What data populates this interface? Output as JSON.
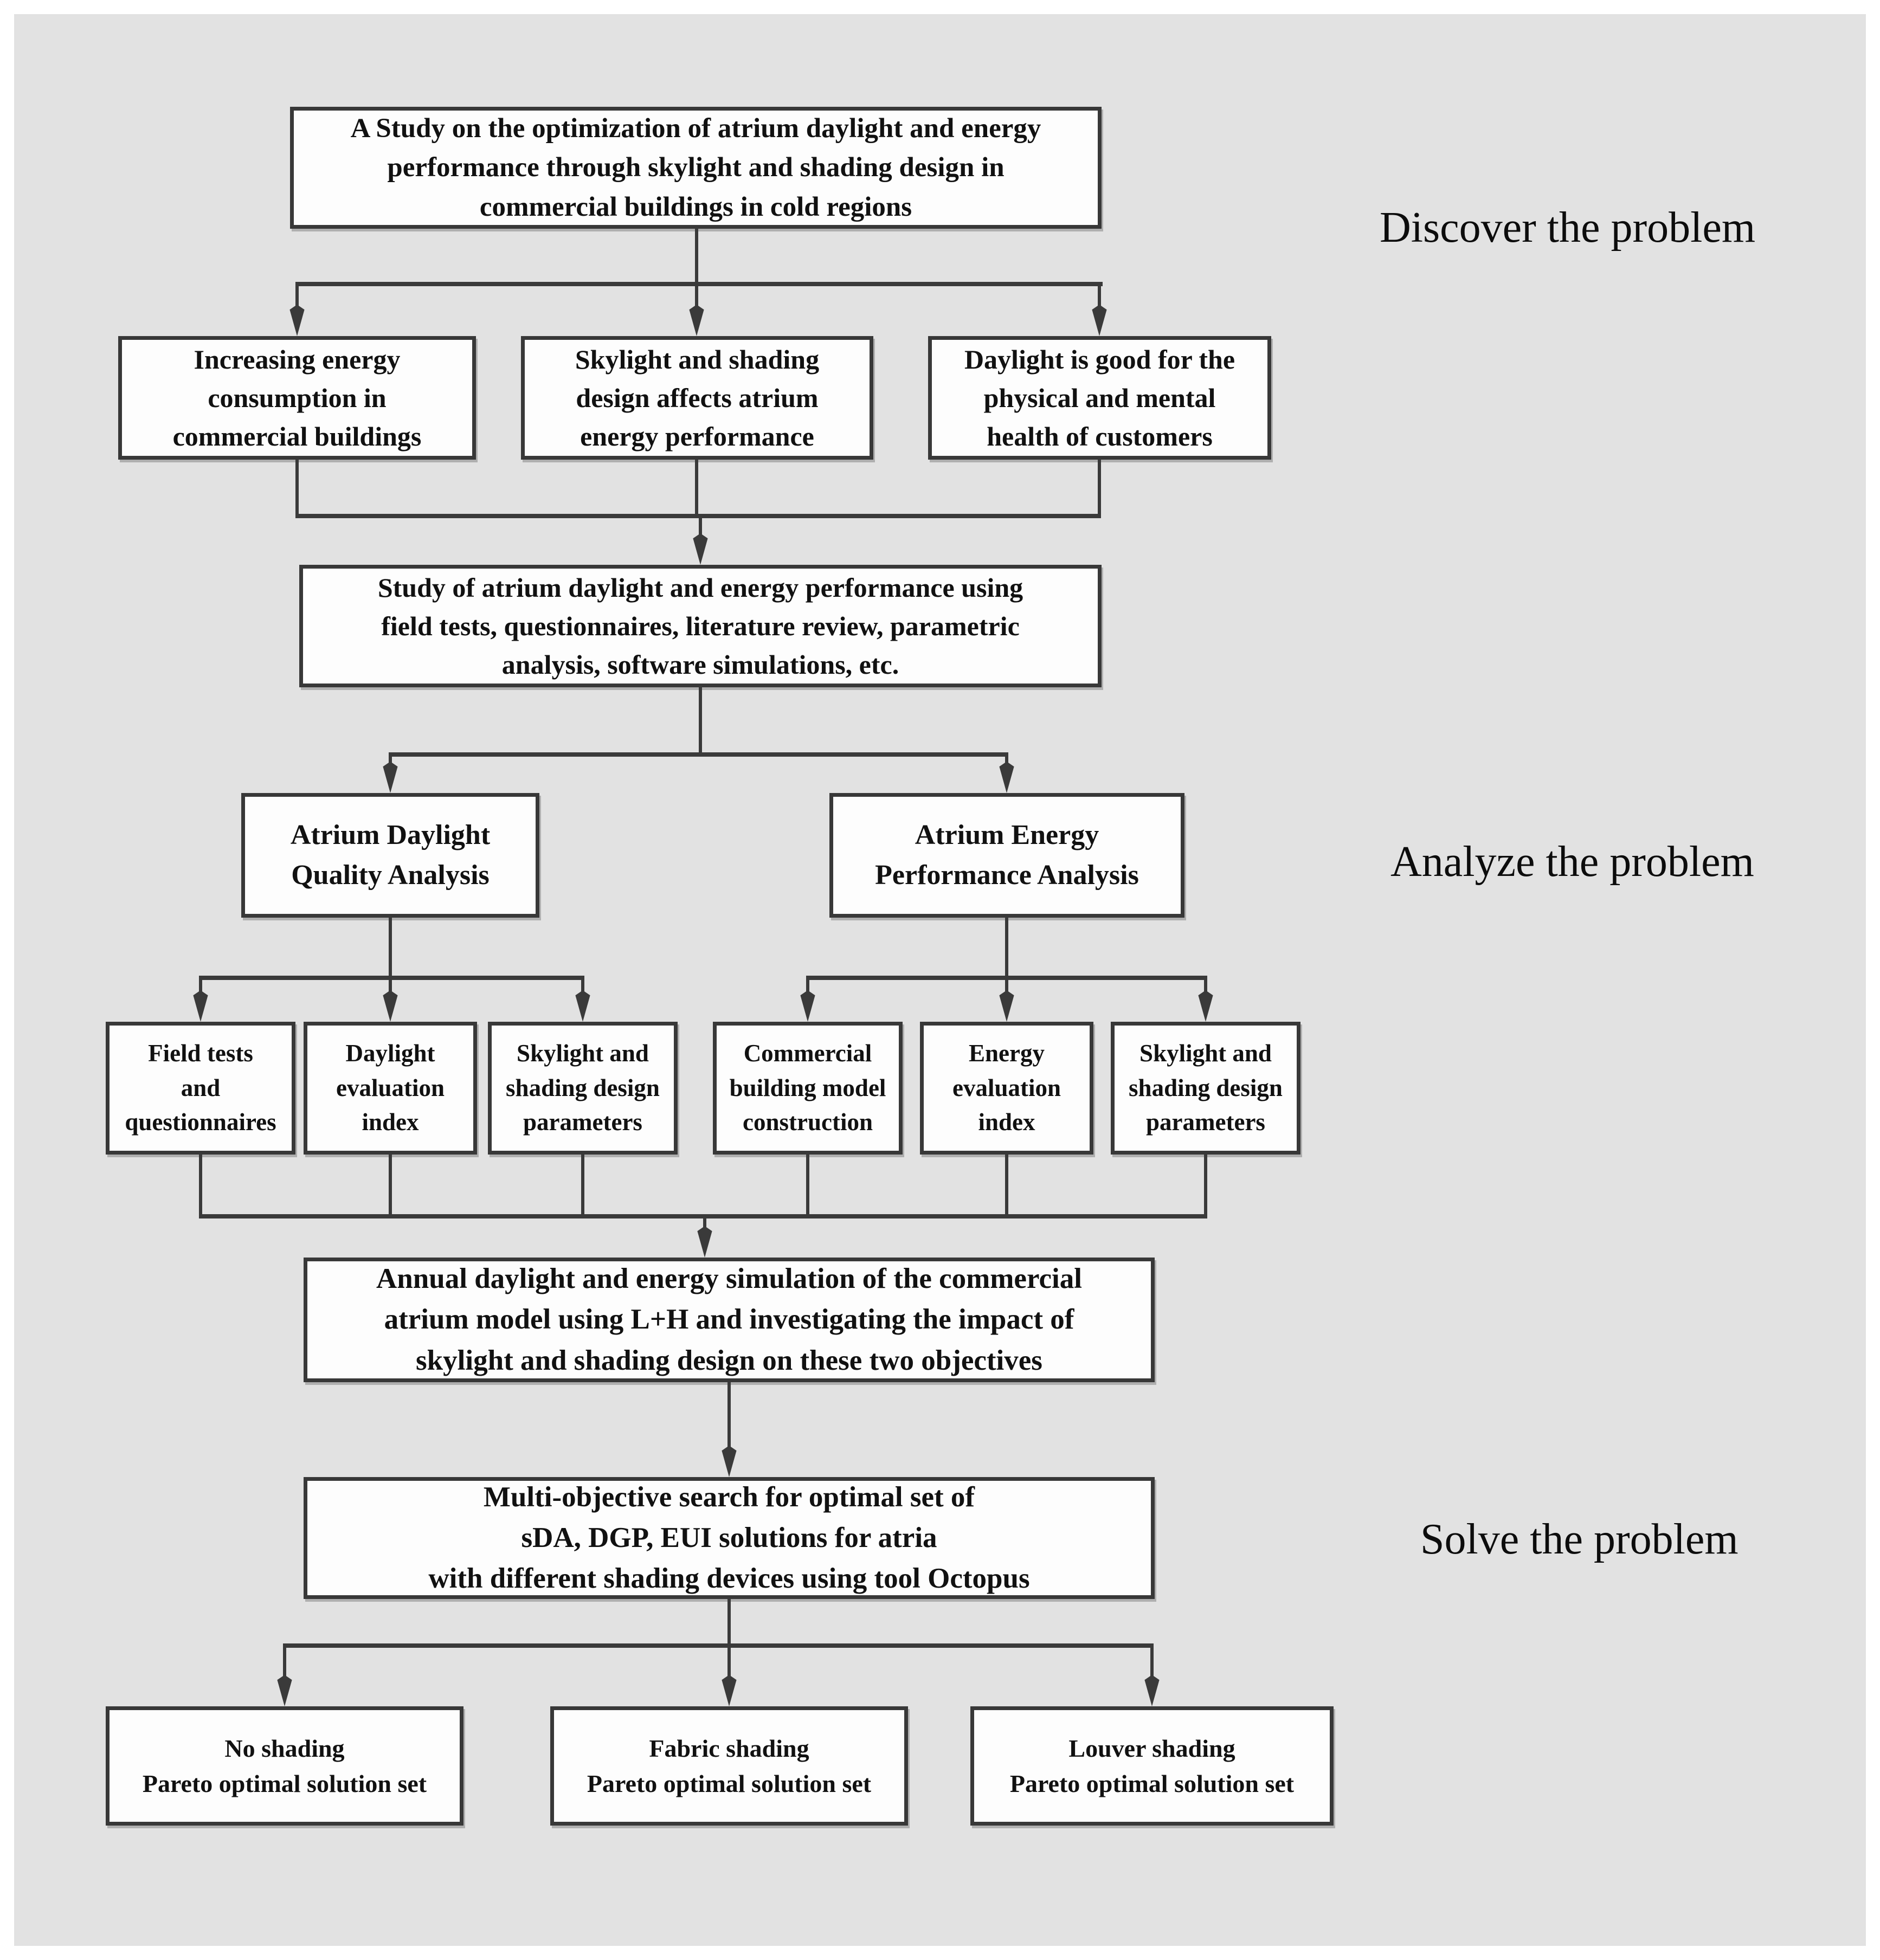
{
  "diagram": {
    "title_box": "A Study on the optimization of atrium daylight and energy\nperformance through skylight and shading design in\ncommercial buildings in cold regions",
    "stage_labels": {
      "discover": "Discover the problem",
      "analyze": "Analyze the problem",
      "solve": "Solve the problem"
    },
    "premises": [
      "Increasing energy\nconsumption in\ncommercial buildings",
      "Skylight and shading\ndesign affects atrium\nenergy performance",
      "Daylight is good for the\nphysical and mental\nhealth of customers"
    ],
    "study_box": "Study of atrium daylight and energy performance using\nfield tests, questionnaires, literature review, parametric\nanalysis, software simulations, etc.",
    "analysis_boxes": [
      "Atrium Daylight\nQuality Analysis",
      "Atrium Energy\nPerformance Analysis"
    ],
    "factor_boxes": [
      "Field tests\nand\nquestionnaires",
      "Daylight\nevaluation\nindex",
      "Skylight and\nshading design\nparameters",
      "Commercial\nbuilding model\nconstruction",
      "Energy\nevaluation\nindex",
      "Skylight and\nshading design\nparameters"
    ],
    "annual_box": "Annual daylight and energy simulation of the commercial\natrium model using L+H and investigating the impact of\nskylight and shading design on these two objectives",
    "multi_objective_box": "Multi-objective search for optimal set of\nsDA, DGP, EUI solutions for atria\nwith different shading devices using tool Octopus",
    "pareto_boxes": [
      "No shading\nPareto optimal solution set",
      "Fabric shading\nPareto optimal solution set",
      "Louver shading\nPareto optimal solution set"
    ],
    "colors": {
      "panel_bg": "#e2e2e2",
      "box_bg": "#fdfdfd",
      "border": "#383838",
      "line": "#3a3a3a",
      "text": "#111111"
    }
  }
}
